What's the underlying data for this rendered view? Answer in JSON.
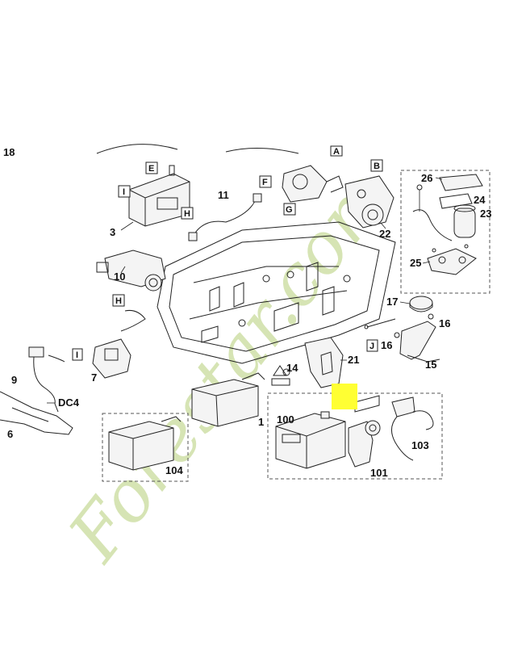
{
  "diagram": {
    "callouts": [
      "18",
      "E",
      "F",
      "I",
      "H",
      "3",
      "11",
      "10",
      "G",
      "A",
      "B",
      "22",
      "26",
      "24",
      "23",
      "25",
      "17",
      "16",
      "15",
      "16",
      "J",
      "21",
      "14",
      "H",
      "I",
      "7",
      "9",
      "DC4",
      "6",
      "1",
      "100",
      "103",
      "101",
      "104"
    ],
    "letter_boxes": [
      "E",
      "I",
      "H",
      "F",
      "G",
      "A",
      "B",
      "H",
      "I",
      "J"
    ],
    "highlight_color": "#ffff33",
    "watermark": {
      "text": "Forestar.com",
      "color": "#c8dc9a"
    }
  }
}
